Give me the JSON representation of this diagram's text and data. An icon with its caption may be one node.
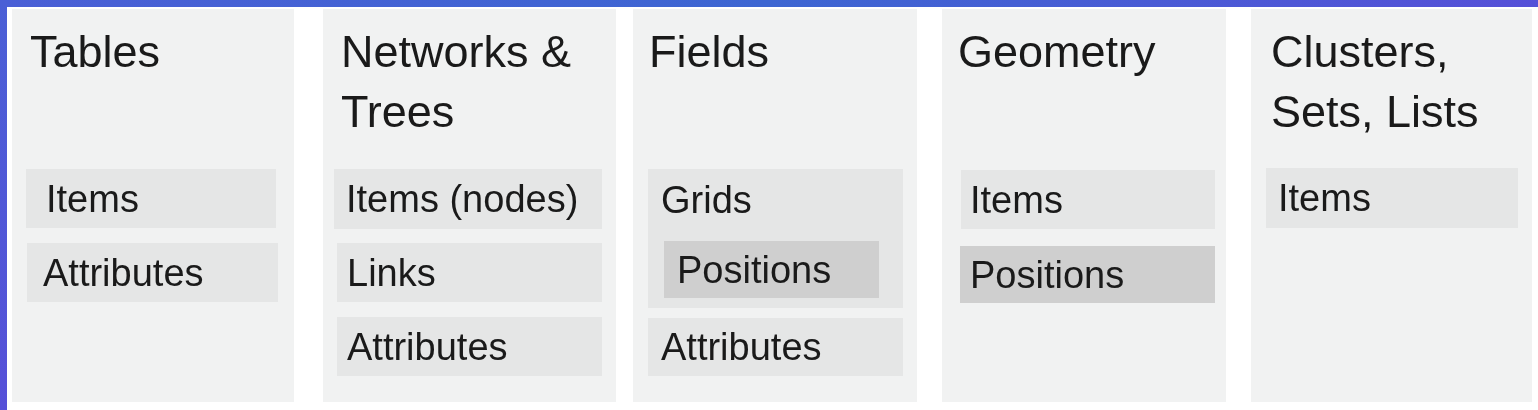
{
  "diagram": {
    "nodes": [
      {
        "text": [
          "Tables"
        ]
      },
      {
        "text": [
          "Items"
        ],
        "in": 0
      },
      {
        "text": [
          "Attributes"
        ],
        "in": 0
      },
      {
        "text": [
          "Networks & Trees"
        ]
      },
      {
        "text": [
          "Items (nodes)"
        ],
        "in": 3
      },
      {
        "text": [
          "Links"
        ],
        "in": 3
      },
      {
        "text": [
          "Attributes"
        ],
        "in": 3
      },
      {
        "text": [
          "Fields"
        ]
      },
      {
        "text": [
          "Grids"
        ],
        "in": 7
      },
      {
        "text": [
          "Positions"
        ],
        "in": 8
      },
      {
        "text": [
          "Attributes"
        ],
        "in": 7
      },
      {
        "text": [
          "Geometry"
        ]
      },
      {
        "text": [
          "Items"
        ],
        "in": 11
      },
      {
        "text": [
          "Positions"
        ],
        "in": 11
      },
      {
        "text": [
          "Clusters, Sets, Lists"
        ]
      },
      {
        "text": [
          "Items"
        ],
        "in": 14
      }
    ]
  }
}
